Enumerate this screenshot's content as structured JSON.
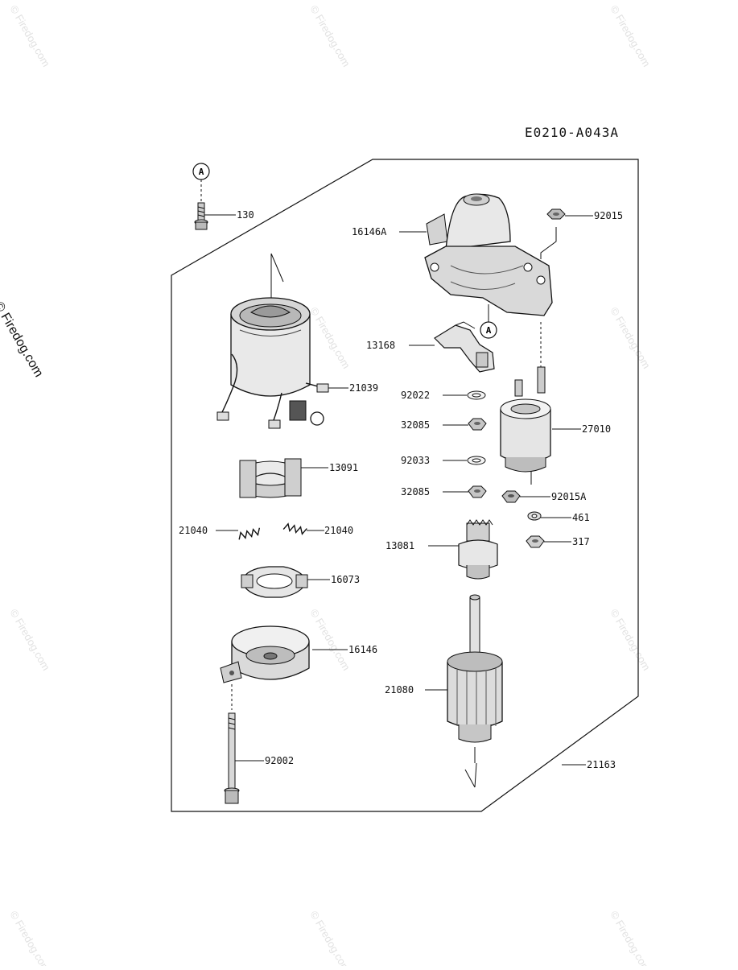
{
  "diagram_code": "E0210-A043A",
  "side_watermark": "© Firedog.com",
  "watermark": "© Firedog.com",
  "callout_letter": "A",
  "parts": {
    "p130": "130",
    "p16146A": "16146A",
    "p92015": "92015",
    "p13168": "13168",
    "p21039": "21039",
    "p92022": "92022",
    "p32085a": "32085",
    "p27010": "27010",
    "p92033": "92033",
    "p13091": "13091",
    "p32085b": "32085",
    "p92015A": "92015A",
    "p461": "461",
    "p21040a": "21040",
    "p21040b": "21040",
    "p13081": "13081",
    "p317": "317",
    "p16073": "16073",
    "p16146": "16146",
    "p21080": "21080",
    "p92002": "92002",
    "p21163": "21163"
  }
}
